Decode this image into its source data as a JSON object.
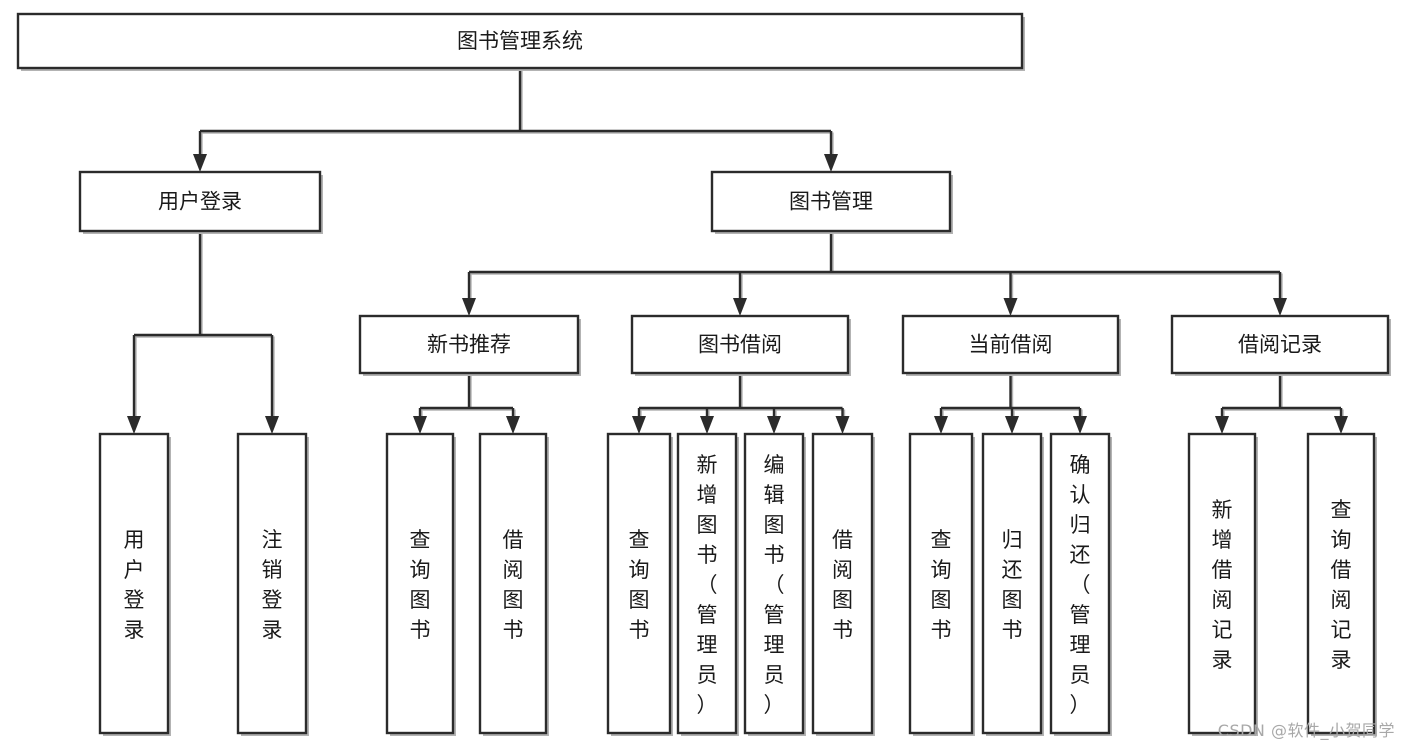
{
  "diagram": {
    "title": "图书管理系统",
    "type": "tree-hierarchy",
    "watermark": "CSDN @软件_小贺同学",
    "colors": {
      "background": "#ffffff",
      "box_border": "#2b2b2b",
      "box_fill": "#ffffff",
      "box_shadow": "#b3b3b3",
      "connector": "#2b2b2b",
      "text": "#1a1a1a",
      "watermark": "#a8a8a8"
    },
    "root": {
      "label": "图书管理系统"
    },
    "level1": [
      {
        "label": "用户登录"
      },
      {
        "label": "图书管理"
      }
    ],
    "level2_user": [
      {
        "label": "用户登录"
      },
      {
        "label": "注销登录"
      }
    ],
    "level2_book": [
      {
        "label": "新书推荐"
      },
      {
        "label": "图书借阅"
      },
      {
        "label": "当前借阅"
      },
      {
        "label": "借阅记录"
      }
    ],
    "level3_newbook": [
      {
        "label": "查询图书"
      },
      {
        "label": "借阅图书"
      }
    ],
    "level3_borrow": [
      {
        "label": "查询图书"
      },
      {
        "label": "新增图书（管理员）"
      },
      {
        "label": "编辑图书（管理员）"
      },
      {
        "label": "借阅图书"
      }
    ],
    "level3_current": [
      {
        "label": "查询图书"
      },
      {
        "label": "归还图书"
      },
      {
        "label": "确认归还（管理员）"
      }
    ],
    "level3_record": [
      {
        "label": "新增借阅记录"
      },
      {
        "label": "查询借阅记录"
      }
    ]
  }
}
